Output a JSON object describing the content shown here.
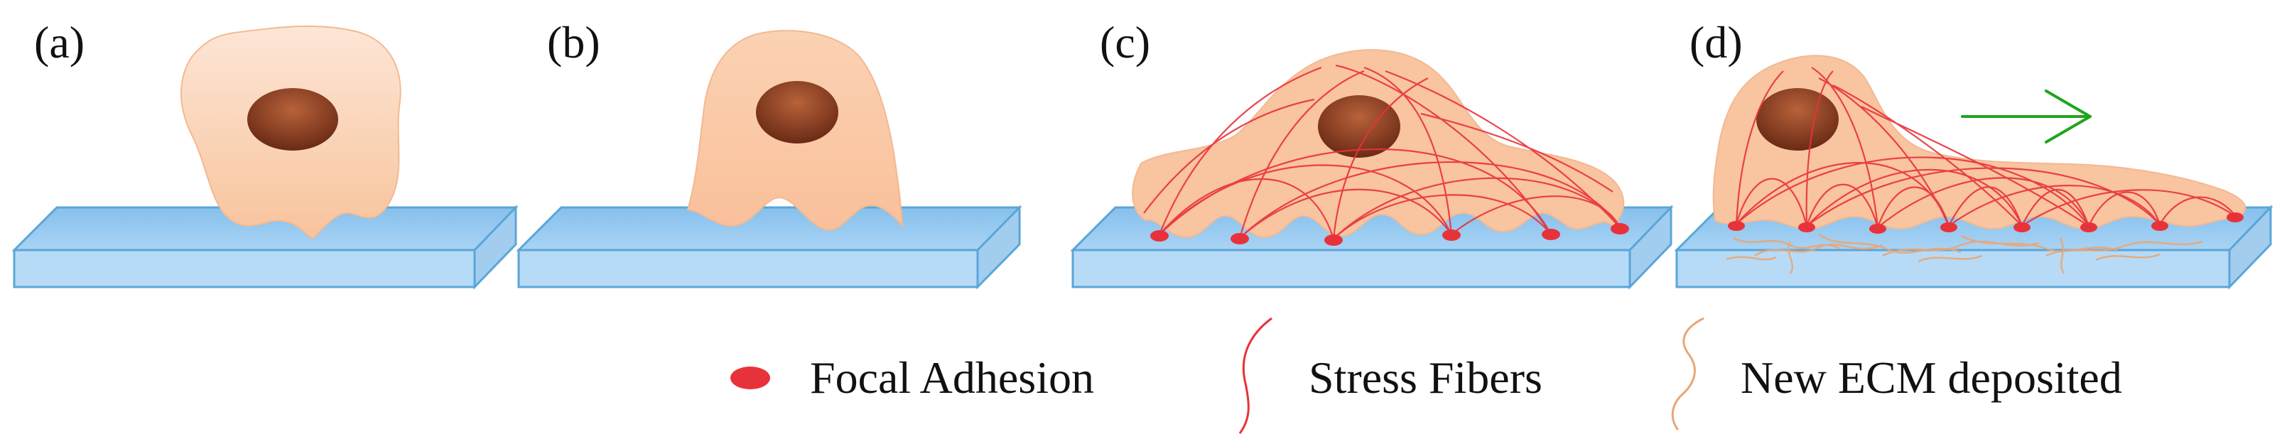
{
  "panels": [
    {
      "label": "(a)"
    },
    {
      "label": "(b)"
    },
    {
      "label": "(c)"
    },
    {
      "label": "(d)"
    }
  ],
  "legend": {
    "focal_adhesion": "Focal Adhesion",
    "stress_fibers": "Stress Fibers",
    "new_ecm": "New ECM deposited"
  },
  "colors": {
    "cell_fill": "#f9c9a4",
    "cell_fill_light": "#fce3d2",
    "nucleus": "#a4532f",
    "nucleus_dark": "#6d2c17",
    "substrate_top": "#92c6ee",
    "substrate_front": "#b7dbf6",
    "substrate_edge": "#5aa6d8",
    "focal_adhesion": "#e8323a",
    "stress_fiber": "#e8323a",
    "ecm": "#eaa676",
    "arrow": "#1ea51e"
  },
  "icons": [
    "focal-adhesion-icon",
    "stress-fiber-icon",
    "ecm-fiber-icon",
    "migration-arrow-icon"
  ]
}
